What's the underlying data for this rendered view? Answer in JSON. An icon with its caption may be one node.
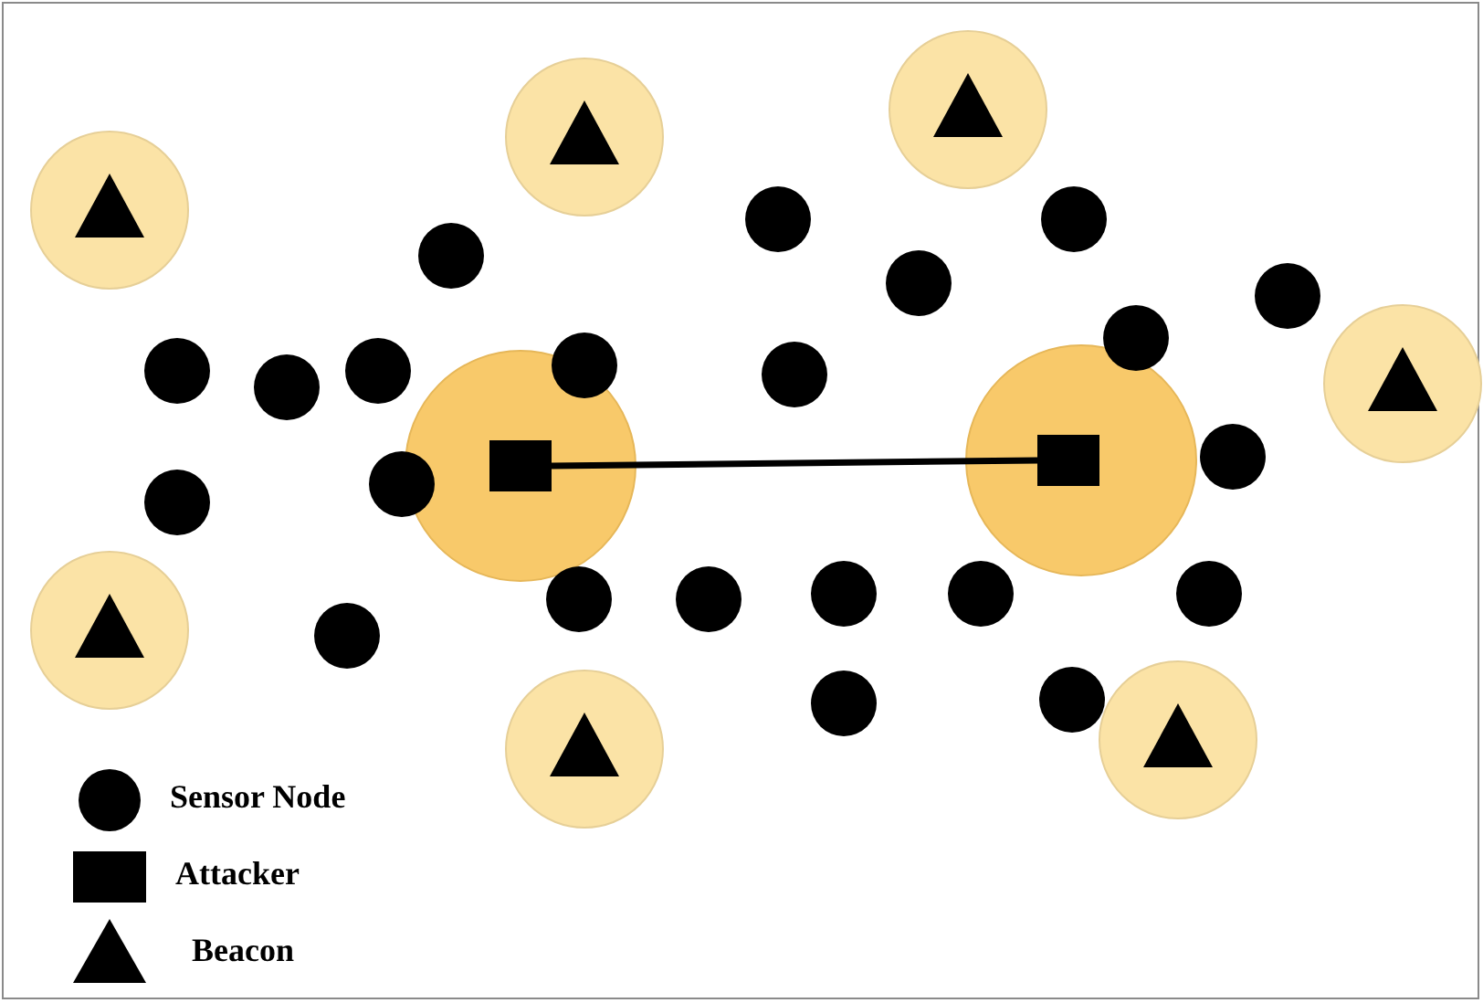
{
  "diagram": {
    "nodes": [
      {
        "text": [],
        "shape": "box"
      },
      {
        "text": [],
        "shape": "box"
      }
    ],
    "edges": [
      {
        "from": 0,
        "to": 1,
        "arrow": "none"
      }
    ],
    "legend": [
      {
        "text": "Sensor Node"
      },
      {
        "text": "Attacker"
      },
      {
        "text": "Beacon"
      }
    ]
  }
}
